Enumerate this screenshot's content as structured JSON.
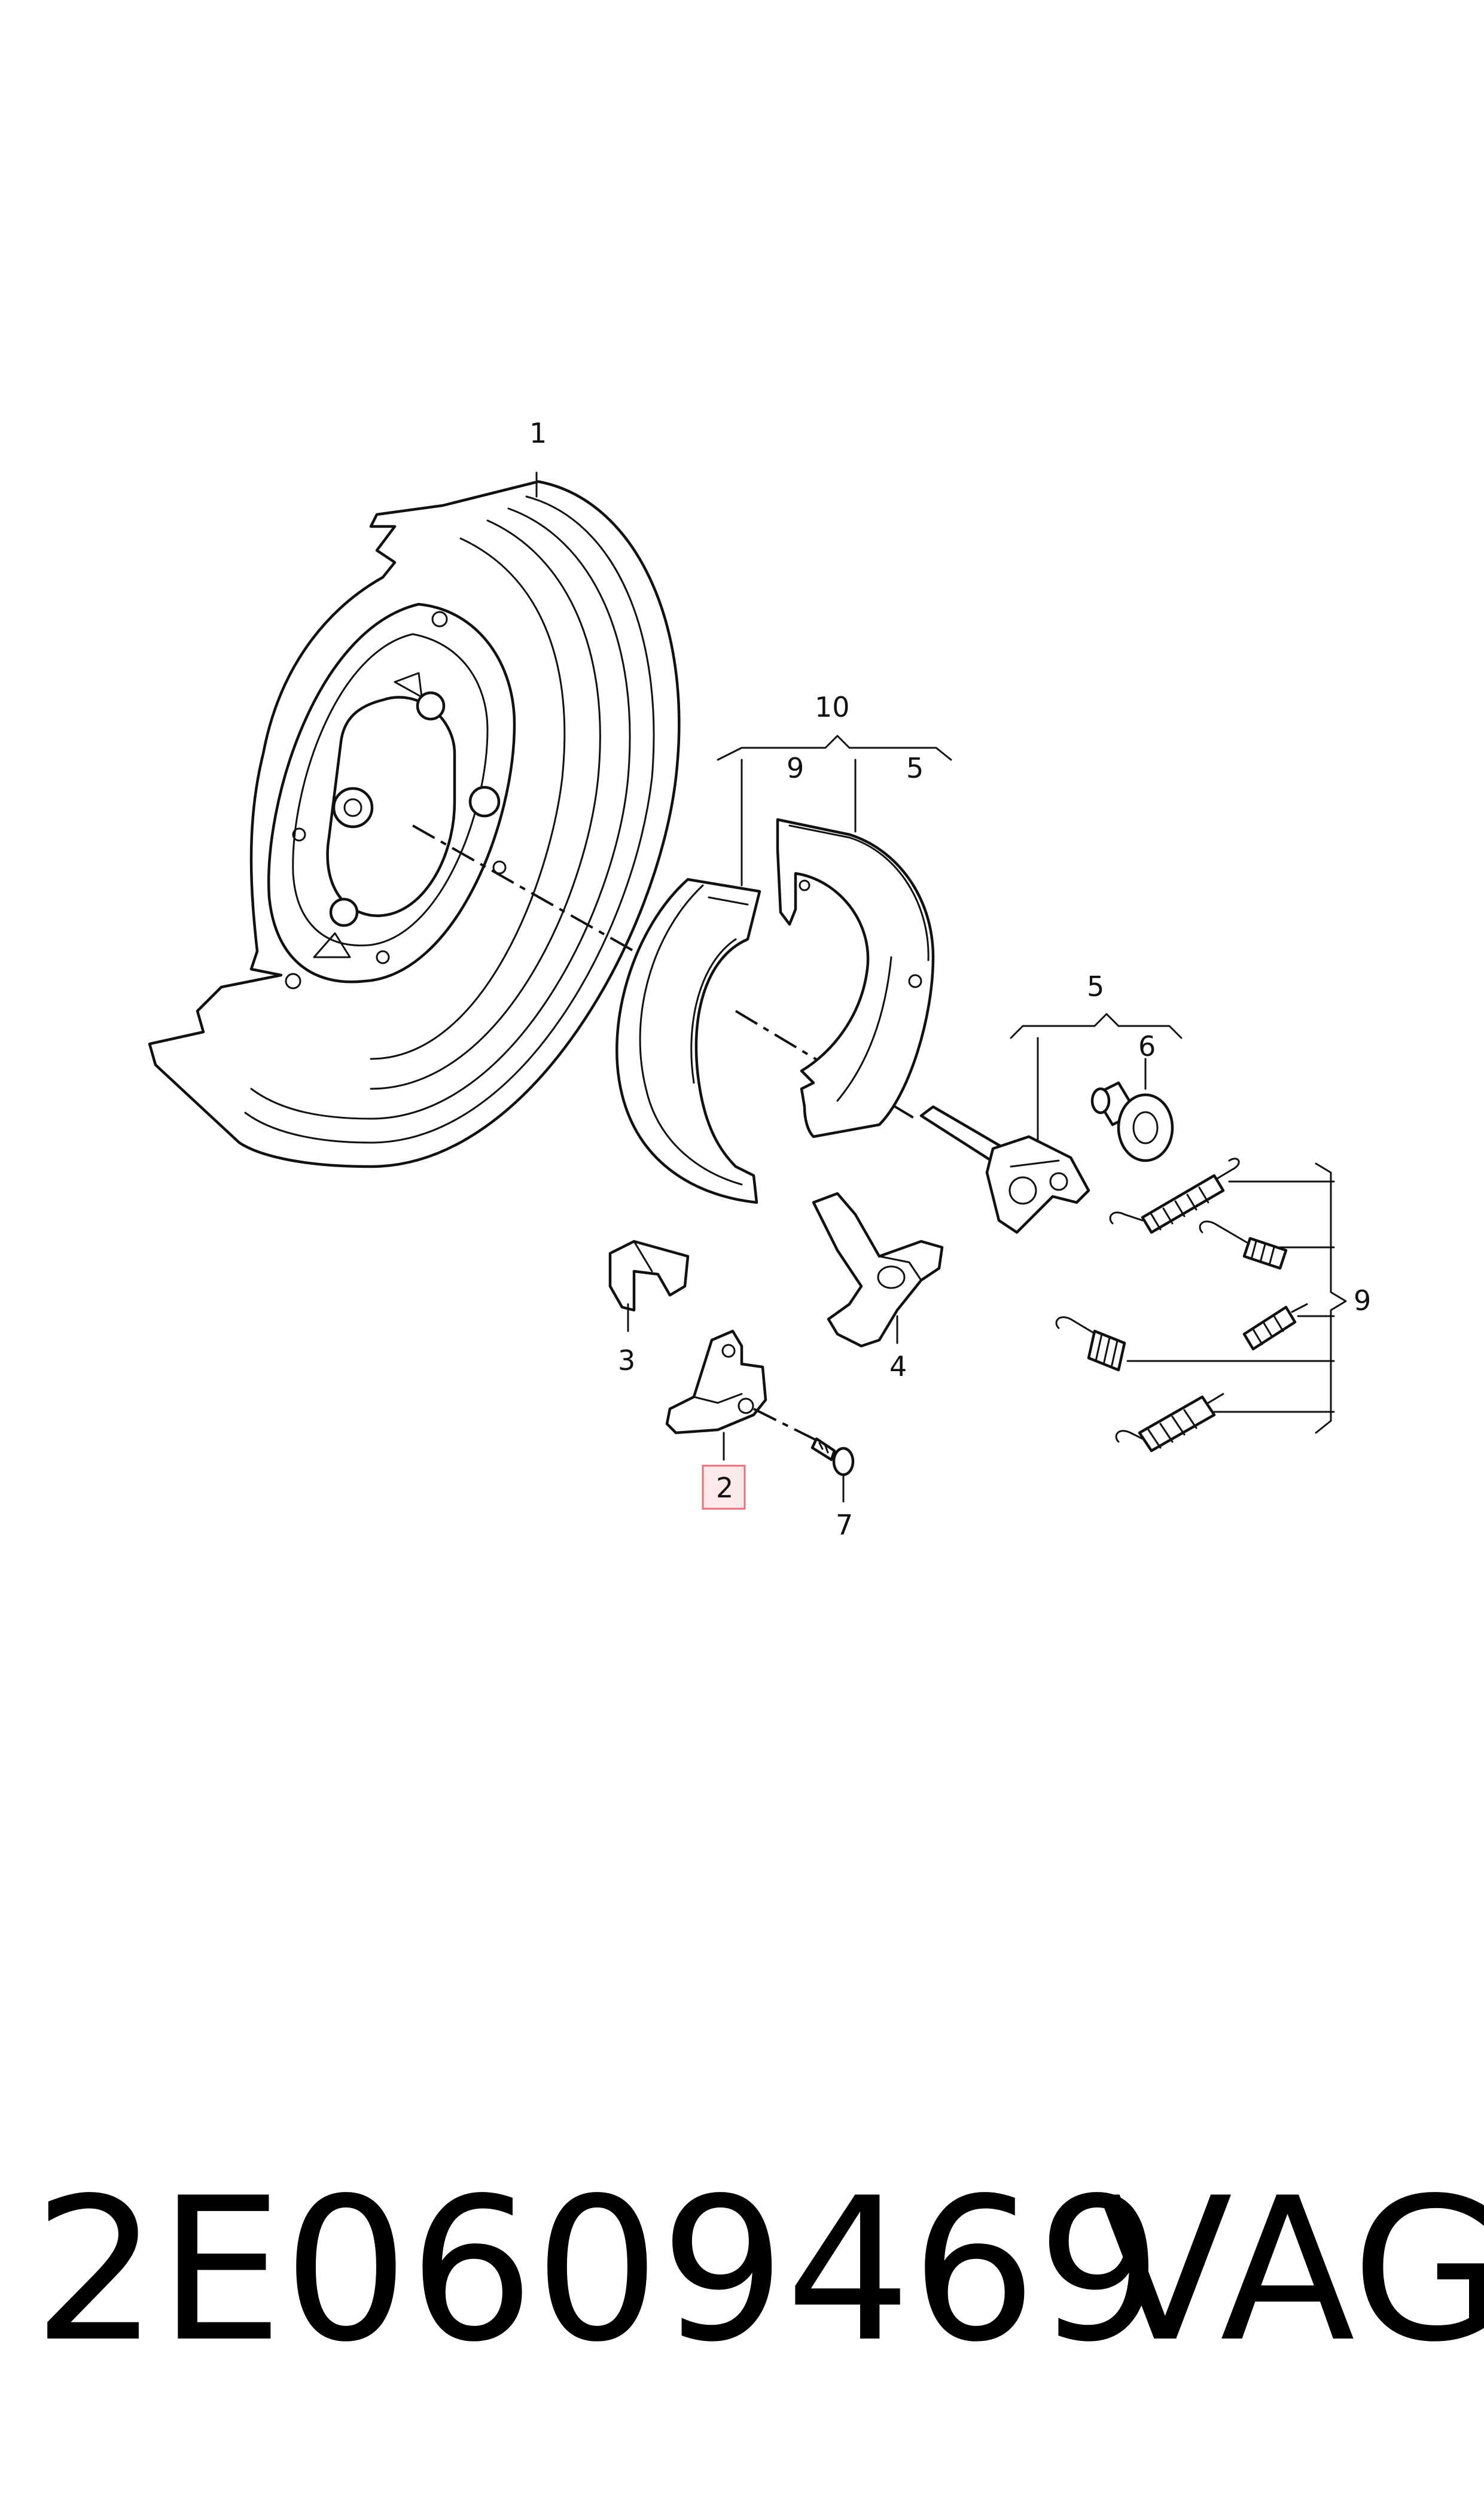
{
  "diagram": {
    "callouts": {
      "c1": "1",
      "c10": "10",
      "c9_top": "9",
      "c5_top": "5",
      "c5_mid": "5",
      "c6": "6",
      "c9_right": "9",
      "c3": "3",
      "c4": "4",
      "c2": "2",
      "c7": "7"
    },
    "highlighted_part": "2"
  },
  "footer": {
    "part_number": "2E0609469",
    "brand": "VAG"
  },
  "icons": {
    "drum_brake_assembly": "exploded-parts-drawing"
  },
  "colors": {
    "line": "#111111",
    "highlight_fill": "#fde8ea",
    "highlight_border": "#e8707e"
  }
}
